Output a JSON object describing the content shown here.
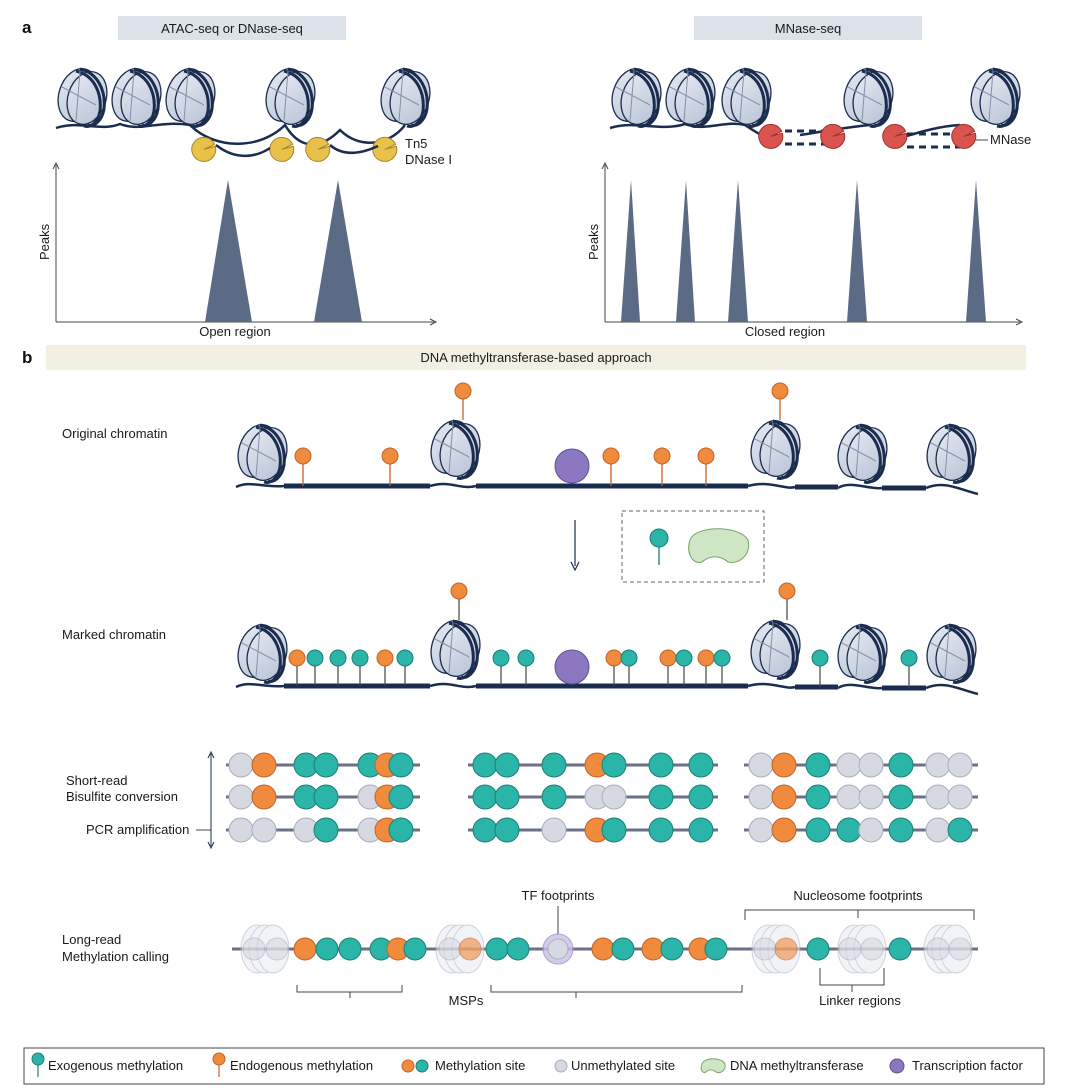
{
  "panel_a": {
    "letter": "a",
    "left": {
      "method": "ATAC-seq or DNase-seq",
      "enzyme_label_1": "Tn5",
      "enzyme_label_2": "DNase I",
      "ylabel": "Peaks",
      "xlabel": "Open region",
      "peak_count": 2
    },
    "right": {
      "method": "MNase-seq",
      "enzyme_label": "MNase",
      "ylabel": "Peaks",
      "xlabel": "Closed region",
      "peak_count": 5
    }
  },
  "panel_b": {
    "letter": "b",
    "title": "DNA methyltransferase-based approach",
    "original_label": "Original chromatin",
    "marked_label": "Marked chromatin",
    "short_read_line1": "Short-read",
    "short_read_line2": "Bisulfite conversion",
    "pcr_label": "PCR amplification",
    "long_read_line1": "Long-read",
    "long_read_line2": "Methylation calling",
    "tf_footprints": "TF footprints",
    "nucleosome_footprints": "Nucleosome footprints",
    "msps": "MSPs",
    "linker_regions": "Linker regions"
  },
  "legend": {
    "items": [
      {
        "label": "Exogenous methylation"
      },
      {
        "label": "Endogenous methylation"
      },
      {
        "label": "Methylation site"
      },
      {
        "label": "Unmethylated site"
      },
      {
        "label": "DNA methyltransferase"
      },
      {
        "label": "Transcription factor"
      }
    ]
  },
  "colors": {
    "exogenous": "#2bb5a8",
    "endogenous": "#f08a3c",
    "unmethylated": "#d7d9e2",
    "enzyme_tn5": "#e8c14a",
    "enzyme_mnase": "#d9534f",
    "peak": "#5b6a85",
    "dna": "#1b2d4f",
    "tf": "#8c78c0",
    "methyltransferase": "#cfe6c4",
    "header_gray": "#dde1e8",
    "header_beige": "#f1f0e2"
  }
}
